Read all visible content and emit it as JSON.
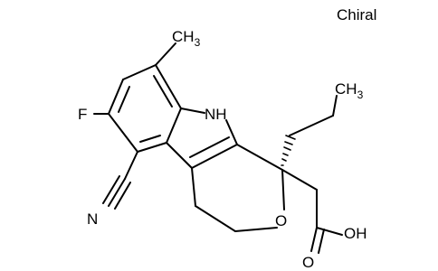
{
  "structure": {
    "chiral_label": "Chiral",
    "atoms": {
      "methyl": "CH",
      "methyl_sub": "3",
      "propyl_methyl": "CH",
      "propyl_methyl_sub": "3",
      "fluorine": "F",
      "indole_nh": "NH",
      "nitrile_n": "N",
      "ring_oxygen": "O",
      "carbonyl_oxygen": "O",
      "hydroxyl": "OH"
    }
  }
}
